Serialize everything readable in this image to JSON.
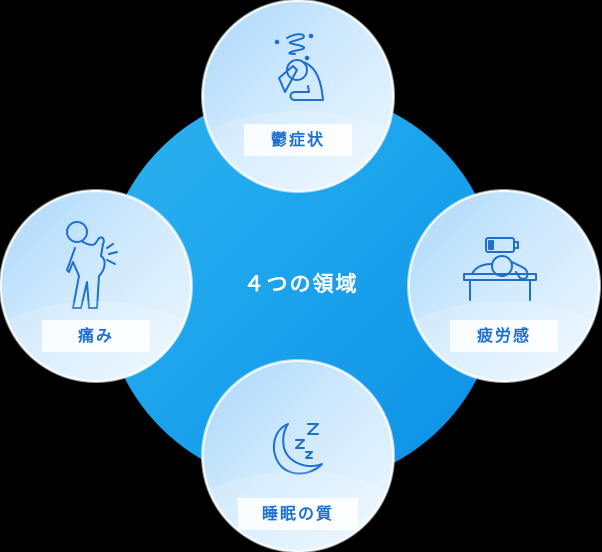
{
  "center": {
    "label": "４つの領域"
  },
  "nodes": [
    {
      "id": "top",
      "label": "鬱症状",
      "icon": "depressed-person-icon"
    },
    {
      "id": "left",
      "label": "痛み",
      "icon": "back-pain-icon"
    },
    {
      "id": "right",
      "label": "疲労感",
      "icon": "fatigue-low-battery-icon"
    },
    {
      "id": "bottom",
      "label": "睡眠の質",
      "icon": "moon-sleep-icon"
    }
  ],
  "colors": {
    "main_circle": "#1aa2ec",
    "icon_stroke": "#1e6fd0",
    "label_text": "#1e6fd0",
    "background": "#000000"
  }
}
